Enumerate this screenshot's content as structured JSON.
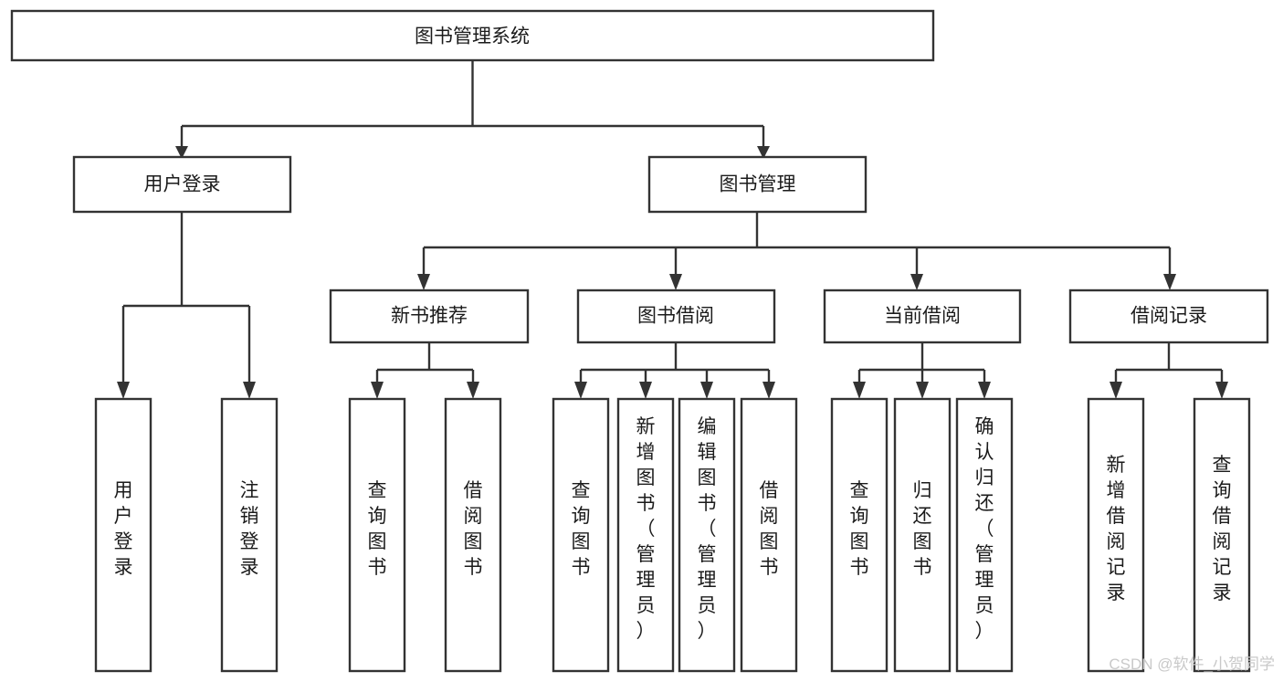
{
  "diagram": {
    "type": "tree-hierarchy-chart",
    "title": "图书管理系统",
    "background_color": "#ffffff",
    "box_stroke_color": "#333333",
    "box_fill_color": "#ffffff",
    "text_color": "#1b1b1b",
    "levels": [
      {
        "level": 1,
        "nodes": [
          {
            "id": "root",
            "label": "图书管理系统",
            "orientation": "horizontal"
          }
        ]
      },
      {
        "level": 2,
        "nodes": [
          {
            "id": "login",
            "label": "用户登录",
            "orientation": "horizontal",
            "parent": "root"
          },
          {
            "id": "bookmgmt",
            "label": "图书管理",
            "orientation": "horizontal",
            "parent": "root"
          }
        ]
      },
      {
        "level": 3,
        "nodes": [
          {
            "id": "newbook",
            "label": "新书推荐",
            "orientation": "horizontal",
            "parent": "bookmgmt"
          },
          {
            "id": "borrow",
            "label": "图书借阅",
            "orientation": "horizontal",
            "parent": "bookmgmt"
          },
          {
            "id": "current",
            "label": "当前借阅",
            "orientation": "horizontal",
            "parent": "bookmgmt"
          },
          {
            "id": "records",
            "label": "借阅记录",
            "orientation": "horizontal",
            "parent": "bookmgmt"
          }
        ]
      },
      {
        "level": 4,
        "nodes": [
          {
            "id": "leaf1",
            "label": "用户登录",
            "orientation": "vertical",
            "parent": "login"
          },
          {
            "id": "leaf2",
            "label": "注销登录",
            "orientation": "vertical",
            "parent": "login"
          },
          {
            "id": "leaf3",
            "label": "查询图书",
            "orientation": "vertical",
            "parent": "newbook"
          },
          {
            "id": "leaf4",
            "label": "借阅图书",
            "orientation": "vertical",
            "parent": "newbook"
          },
          {
            "id": "leaf5",
            "label": "查询图书",
            "orientation": "vertical",
            "parent": "borrow"
          },
          {
            "id": "leaf6",
            "label": "新增图书（管理员）",
            "orientation": "vertical",
            "parent": "borrow"
          },
          {
            "id": "leaf7",
            "label": "编辑图书（管理员）",
            "orientation": "vertical",
            "parent": "borrow"
          },
          {
            "id": "leaf8",
            "label": "借阅图书",
            "orientation": "vertical",
            "parent": "borrow"
          },
          {
            "id": "leaf9",
            "label": "查询图书",
            "orientation": "vertical",
            "parent": "current"
          },
          {
            "id": "leaf10",
            "label": "归还图书",
            "orientation": "vertical",
            "parent": "current"
          },
          {
            "id": "leaf11",
            "label": "确认归还（管理员）",
            "orientation": "vertical",
            "parent": "current"
          },
          {
            "id": "leaf12",
            "label": "新增借阅记录",
            "orientation": "vertical",
            "parent": "records"
          },
          {
            "id": "leaf13",
            "label": "查询借阅记录",
            "orientation": "vertical",
            "parent": "records"
          }
        ]
      }
    ]
  },
  "watermark": {
    "text": "CSDN @软件_小贺同学",
    "color": "#c9c9c9"
  }
}
